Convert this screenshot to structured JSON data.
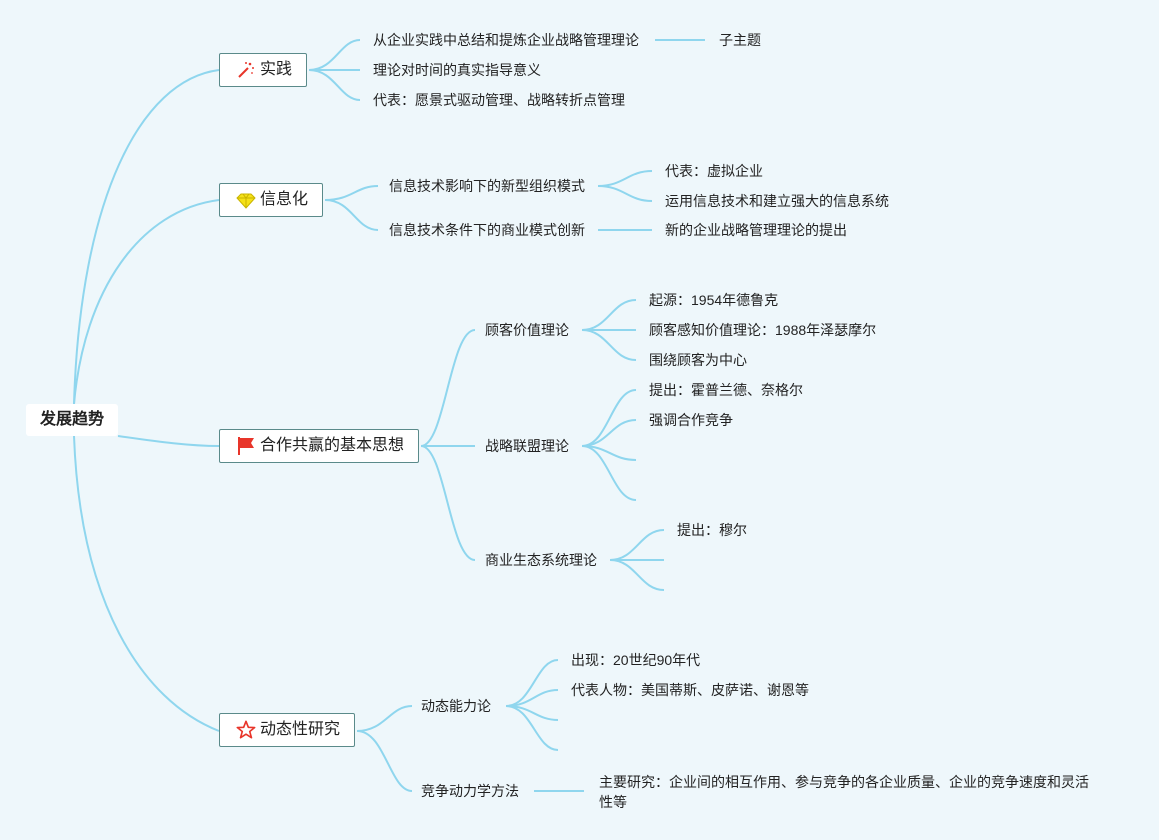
{
  "root": "发展趋势",
  "topics": {
    "practice": {
      "label": "实践",
      "icon": "magic-wand-icon",
      "items": [
        "从企业实践中总结和提炼企业战略管理理论",
        "理论对时间的真实指导意义",
        "代表：愿景式驱动管理、战略转折点管理"
      ],
      "subtopic": "子主题"
    },
    "info": {
      "label": "信息化",
      "icon": "diamond-icon",
      "items": [
        "信息技术影响下的新型组织模式",
        "信息技术条件下的商业模式创新"
      ],
      "org_children": [
        "代表：虚拟企业",
        "运用信息技术和建立强大的信息系统"
      ],
      "biz_child": "新的企业战略管理理论的提出"
    },
    "coop": {
      "label": "合作共赢的基本思想",
      "icon": "red-flag-icon",
      "items": [
        "顾客价值理论",
        "战略联盟理论",
        "商业生态系统理论"
      ],
      "customer_children": [
        "起源：1954年德鲁克",
        "顾客感知价值理论：1988年泽瑟摩尔",
        "围绕顾客为中心"
      ],
      "alliance_children": [
        "提出：霍普兰德、奈格尔",
        "强调合作竞争"
      ],
      "ecosystem_children": [
        "提出：穆尔"
      ]
    },
    "dynamic": {
      "label": "动态性研究",
      "icon": "star-icon",
      "items": [
        "动态能力论",
        "竞争动力学方法"
      ],
      "capability_children": [
        "出现：20世纪90年代",
        "代表人物：美国蒂斯、皮萨诺、谢恩等"
      ],
      "competition_child": "主要研究：企业间的相互作用、参与竞争的各企业质量、企业的竞争速度和灵活性等"
    }
  },
  "colors": {
    "line": "#8fd6ee",
    "background": "#eef7fb",
    "flag": "#e8352a",
    "diamond": "#f5e118",
    "star": "#e8352a"
  }
}
